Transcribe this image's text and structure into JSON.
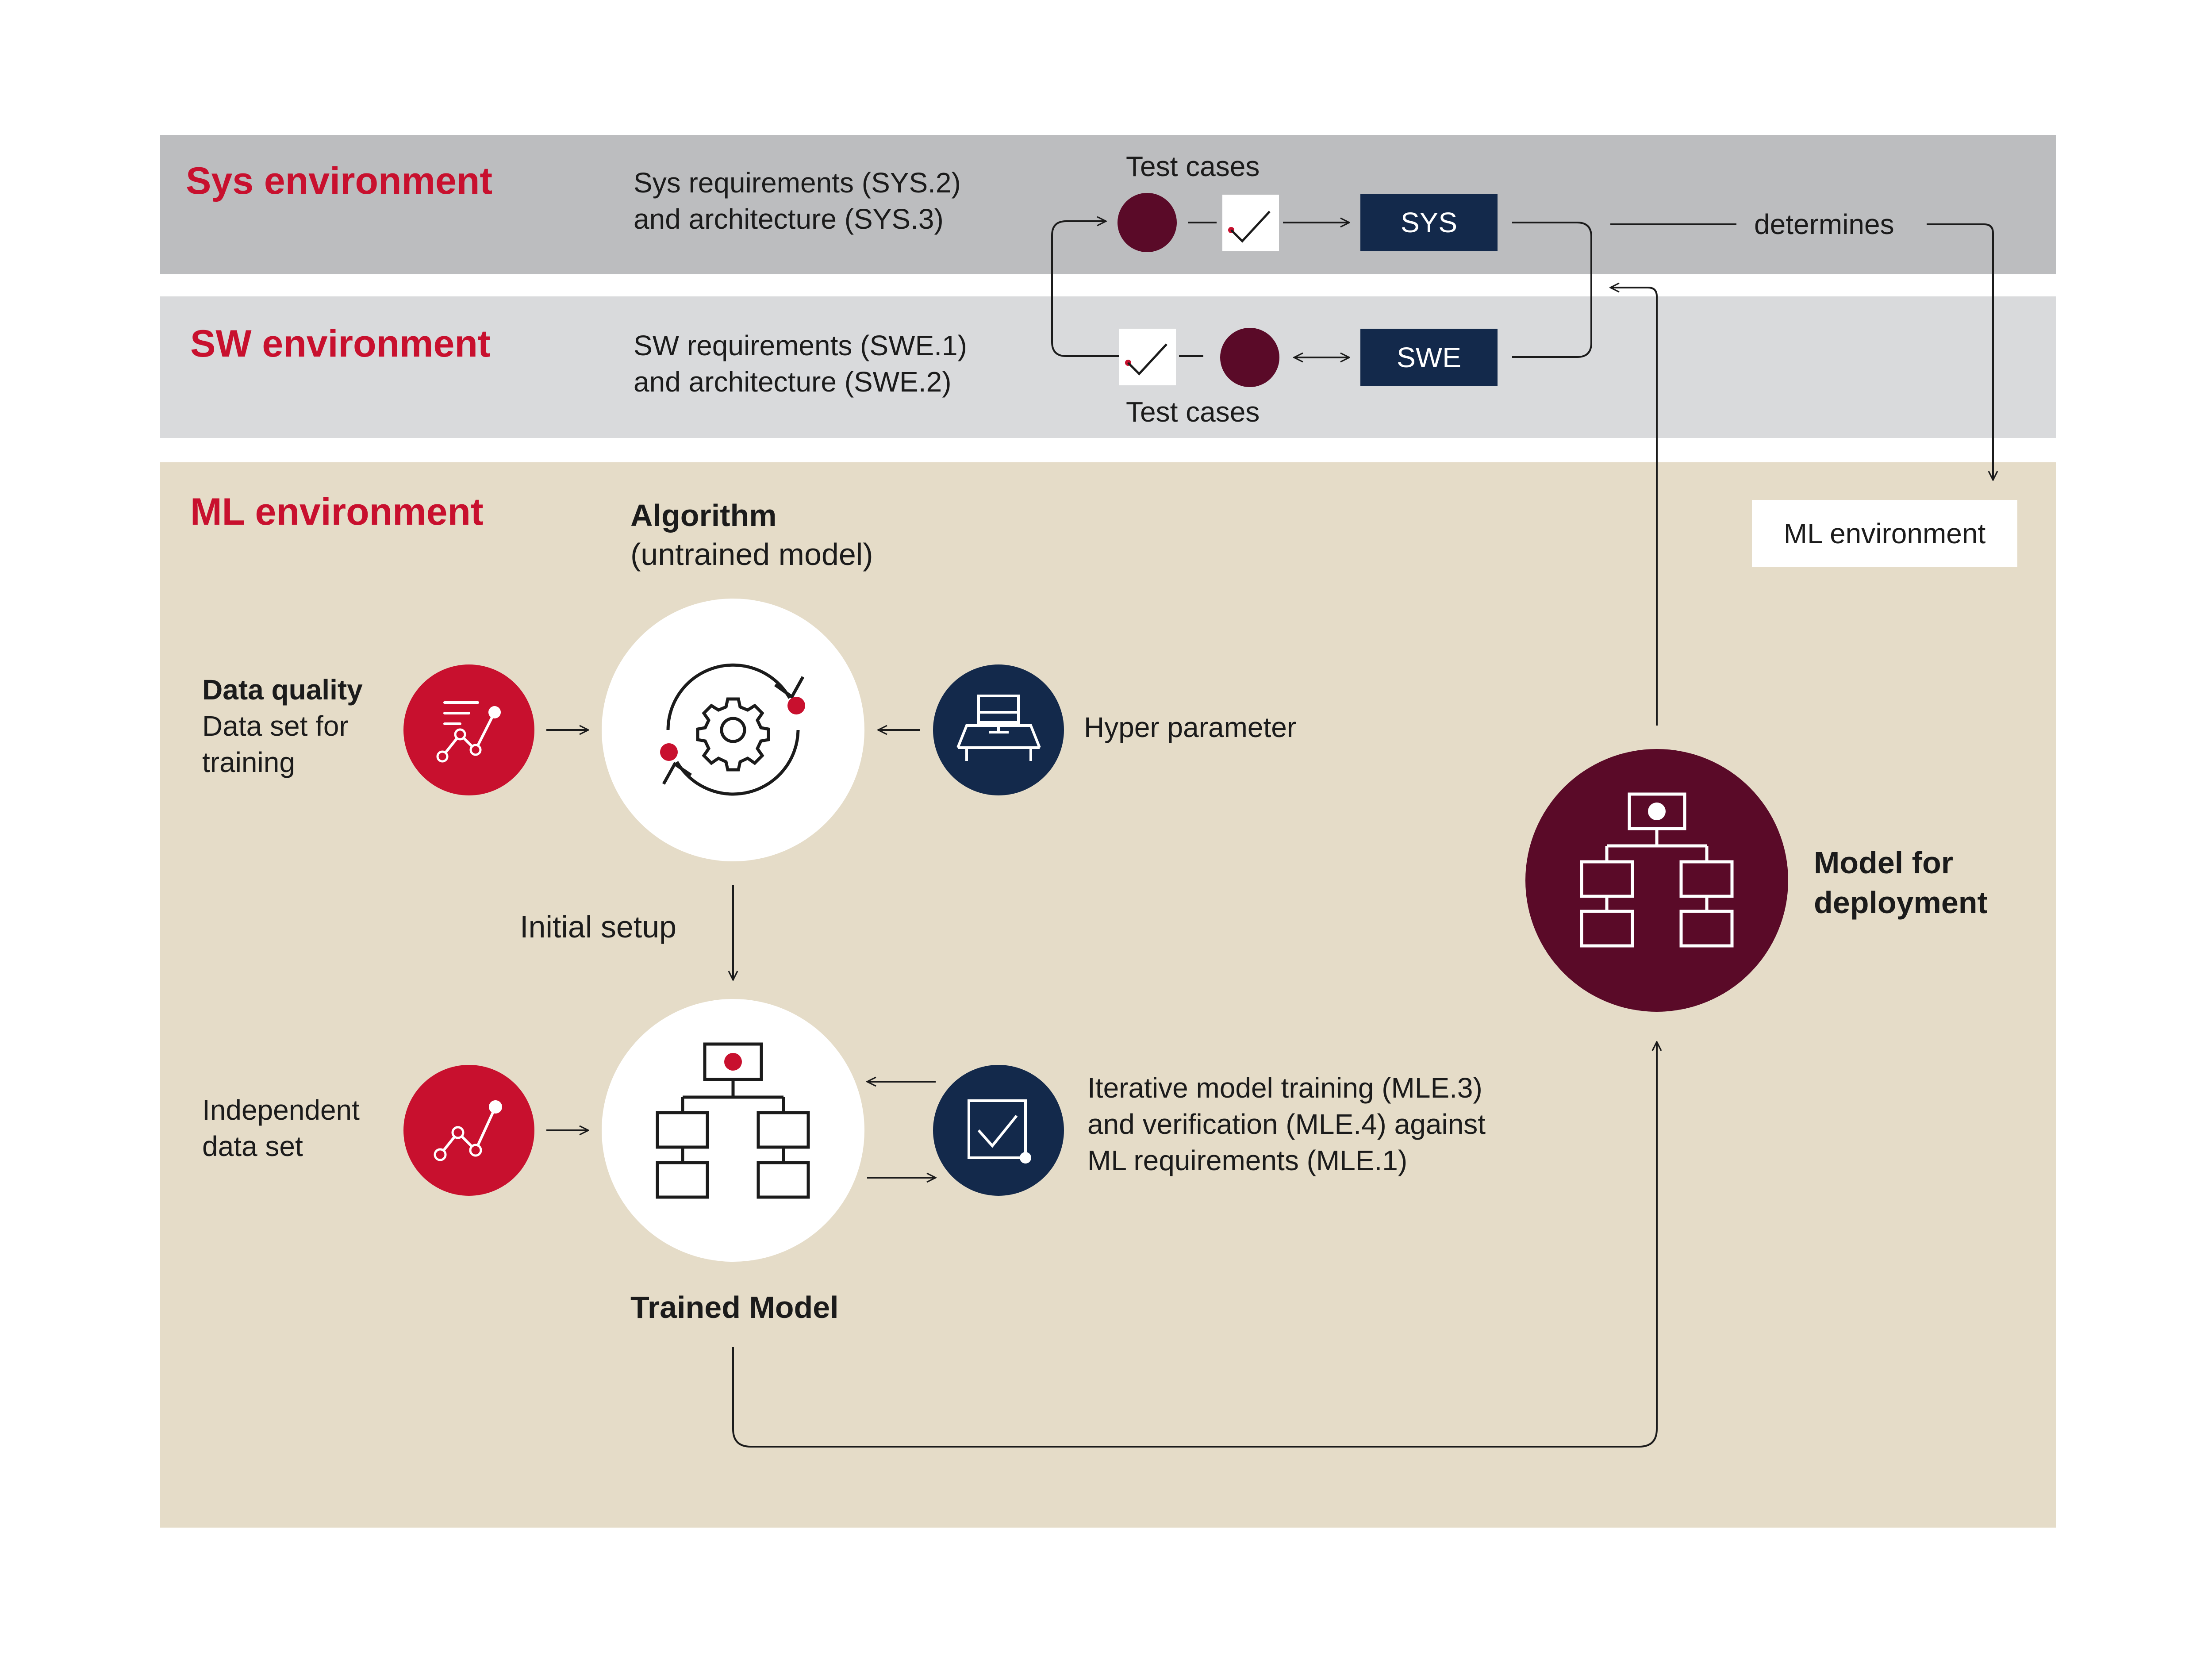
{
  "colors": {
    "red": "#c8102e",
    "navy": "#13294b",
    "maroon": "#5a0a28",
    "sys_band": "#bcbdbf",
    "sw_band": "#d9dadc",
    "ml_band": "#e5dcc8"
  },
  "sys": {
    "title": "Sys environment",
    "req_line1": "Sys requirements (SYS.2)",
    "req_line2": "and architecture (SYS.3)",
    "test_cases": "Test cases",
    "box": "SYS",
    "determines": "determines"
  },
  "sw": {
    "title": "SW environment",
    "req_line1": "SW requirements (SWE.1)",
    "req_line2": "and architecture (SWE.2)",
    "test_cases": "Test cases",
    "box": "SWE"
  },
  "ml": {
    "title": "ML environment",
    "env_box": "ML environment",
    "algorithm_title": "Algorithm",
    "algorithm_sub": "(untrained model)",
    "data_quality_title": "Data quality",
    "data_quality_line1": "Data set for",
    "data_quality_line2": "training",
    "hyper_parameter": "Hyper parameter",
    "initial_setup": "Initial setup",
    "independent_line1": "Independent",
    "independent_line2": "data set",
    "iter_line1": "Iterative model training (MLE.3)",
    "iter_line2": "and verification (MLE.4) against",
    "iter_line3": "ML requirements (MLE.1)",
    "trained_model": "Trained Model",
    "deploy_line1": "Model for",
    "deploy_line2": "deployment"
  },
  "icons": {
    "sys_tests": [
      "dot-icon",
      "check-doc-icon"
    ],
    "sw_tests": [
      "check-doc-icon",
      "dot-icon"
    ],
    "data_quality": "chart-list-icon",
    "algorithm": "gear-cycle-icon",
    "hyper_parameter": "desk-monitor-icon",
    "independent": "chart-line-icon",
    "trained_model": "hierarchy-icon",
    "verification": "check-box-icon",
    "deployment": "hierarchy-icon"
  }
}
